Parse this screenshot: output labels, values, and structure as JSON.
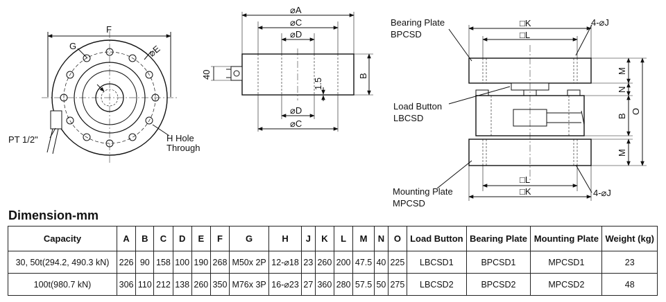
{
  "drawing": {
    "front_view": {
      "dim_F": "F",
      "dim_G": "G",
      "dim_E": "⌀E",
      "pt_label": "PT 1/2\"",
      "hole_label_1": "H Hole",
      "hole_label_2": "Through"
    },
    "side_view": {
      "dim_A": "⌀A",
      "dim_C_top": "⌀C",
      "dim_D_top": "⌀D",
      "dim_D_bottom": "⌀D",
      "dim_C_bottom": "⌀C",
      "dim_40": "40",
      "dim_1_5": "1.5",
      "dim_B": "B"
    },
    "assembly_view": {
      "bearing_plate_label": "Bearing Plate",
      "bearing_plate_code": "BPCSD",
      "load_button_label": "Load Button",
      "load_button_code": "LBCSD",
      "mounting_plate_label": "Mounting Plate",
      "mounting_plate_code": "MPCSD",
      "dim_K_top": "□K",
      "dim_L_top": "□L",
      "dim_J_top": "4-⌀J",
      "dim_L_bottom": "□L",
      "dim_K_bottom": "□K",
      "dim_J_bottom": "4-⌀J",
      "dim_M_top": "M",
      "dim_N": "N",
      "dim_B": "B",
      "dim_M_bottom": "M",
      "dim_O": "O"
    }
  },
  "table": {
    "title": "Dimension-mm",
    "headers": [
      "Capacity",
      "A",
      "B",
      "C",
      "D",
      "E",
      "F",
      "G",
      "H",
      "J",
      "K",
      "L",
      "M",
      "N",
      "O",
      "Load Button",
      "Bearing Plate",
      "Mounting Plate",
      "Weight (kg)"
    ],
    "rows": [
      [
        "30, 50t(294.2, 490.3 kN)",
        "226",
        "90",
        "158",
        "100",
        "190",
        "268",
        "M50x 2P",
        "12-⌀18",
        "23",
        "260",
        "200",
        "47.5",
        "40",
        "225",
        "LBCSD1",
        "BPCSD1",
        "MPCSD1",
        "23"
      ],
      [
        "100t(980.7 kN)",
        "306",
        "110",
        "212",
        "138",
        "260",
        "350",
        "M76x 3P",
        "16-⌀23",
        "27",
        "360",
        "280",
        "57.5",
        "50",
        "275",
        "LBCSD2",
        "BPCSD2",
        "MPCSD2",
        "48"
      ]
    ]
  }
}
